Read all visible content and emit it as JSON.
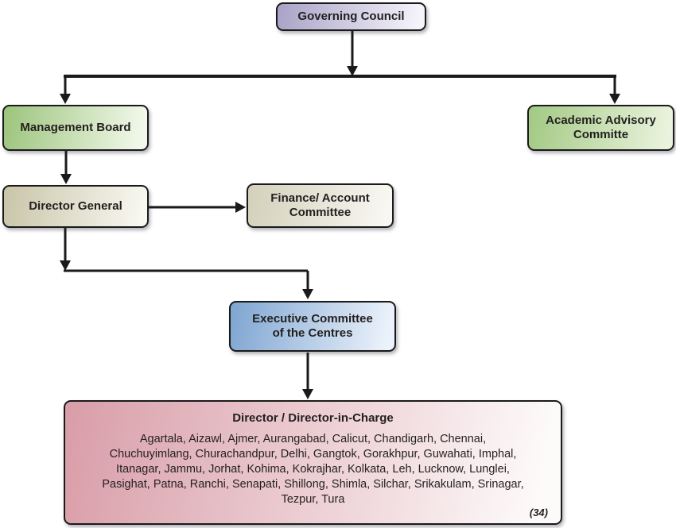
{
  "nodes": {
    "governing_council": {
      "label": "Governing Council"
    },
    "management_board": {
      "label": "Management Board"
    },
    "academic_advisory_committee": {
      "line1": "Academic Advisory",
      "line2": "Committe"
    },
    "director_general": {
      "label": "Director General"
    },
    "finance_account_committee": {
      "line1": "Finance/ Account",
      "line2": "Committee"
    },
    "executive_committee_of_centres": {
      "line1": "Executive Committee",
      "line2": "of the Centres"
    },
    "director_in_charge": {
      "title": "Director / Director-in-Charge",
      "centre_lines": [
        "Agartala, Aizawl, Ajmer, Aurangabad, Calicut, Chandigarh, Chennai,",
        "Chuchuyimlang, Churachandpur, Delhi, Gangtok, Gorakhpur, Guwahati, Imphal,",
        "Itanagar, Jammu, Jorhat, Kohima, Kokrajhar, Kolkata, Leh, Lucknow, Lunglei,",
        "Pasighat, Patna, Ranchi, Senapati, Shillong, Shimla, Silchar, Srikakulam, Srinagar,",
        "Tezpur, Tura"
      ],
      "centre_count": "(34)"
    }
  },
  "colors": {
    "governing_gradient_start": "#a9a2c6",
    "governing_gradient_end": "#f5f3fb",
    "management_gradient_start": "#9cc47c",
    "management_gradient_end": "#f2f8ea",
    "academic_gradient_start": "#a2c983",
    "academic_gradient_end": "#eaf3dd",
    "director_general_gradient_start": "#c9c5a9",
    "director_general_gradient_end": "#f8f7f0",
    "finance_gradient_start": "#d3d0ba",
    "finance_gradient_end": "#f8f7f2",
    "executive_gradient_start": "#7ea5d1",
    "executive_gradient_end": "#ebf2fb",
    "directors_gradient_start": "#d99da8",
    "directors_gradient_end": "#fdfafa",
    "connector_line": "#1a1a1c",
    "text": "#231f20",
    "background": "#ffffff"
  }
}
